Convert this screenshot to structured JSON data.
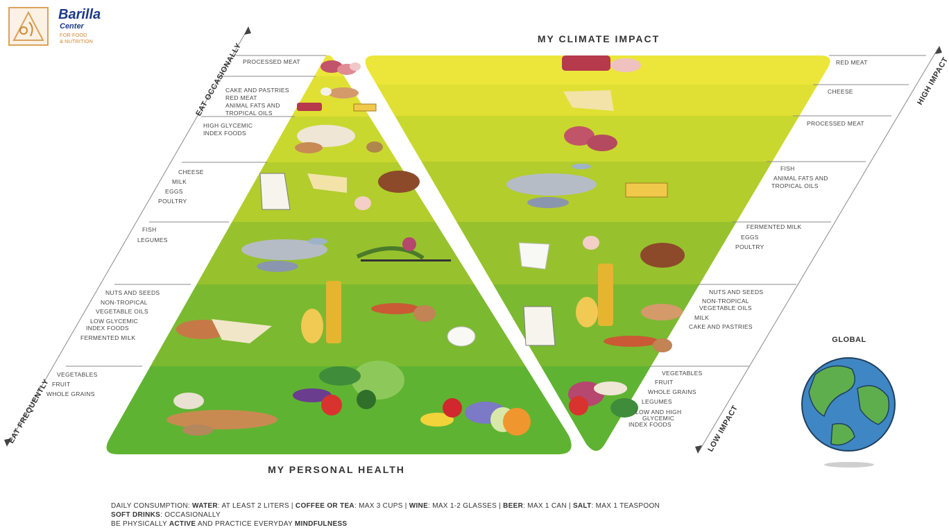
{
  "logo": {
    "name": "Barilla",
    "sub": "Center",
    "tagline_1": "FOR FOOD",
    "tagline_2": "& NUTRITION"
  },
  "health_pyramid": {
    "title": "MY PERSONAL HEALTH",
    "axis_top": "EAT OCCASIONALLY",
    "axis_bottom": "EAT FREQUENTLY",
    "levels": [
      {
        "lines": [
          "PROCESSED MEAT"
        ]
      },
      {
        "lines": [
          "CAKE AND PASTRIES",
          "RED MEAT",
          "ANIMAL FATS  AND",
          "TROPICAL OILS"
        ]
      },
      {
        "lines": [
          "HIGH GLYCEMIC",
          "INDEX FOODS"
        ]
      },
      {
        "lines": [
          "CHEESE",
          "MILK",
          "EGGS",
          "POULTRY"
        ]
      },
      {
        "lines": [
          "FISH",
          "LEGUMES"
        ]
      },
      {
        "lines": [
          "NUTS AND SEEDS",
          "NON-TROPICAL",
          "VEGETABLE OILS",
          "LOW GLYCEMIC",
          "INDEX FOODS",
          "FERMENTED MILK"
        ]
      },
      {
        "lines": [
          "VEGETABLES",
          "FRUIT",
          "WHOLE GRAINS"
        ]
      }
    ]
  },
  "climate_pyramid": {
    "title": "MY CLIMATE IMPACT",
    "axis_top": "HIGH IMPACT",
    "axis_bottom": "LOW IMPACT",
    "levels": [
      {
        "lines": [
          "RED MEAT"
        ]
      },
      {
        "lines": [
          "CHEESE"
        ]
      },
      {
        "lines": [
          "PROCESSED  MEAT"
        ]
      },
      {
        "lines": [
          "FISH",
          "ANIMAL FATS AND",
          "TROPICAL OILS"
        ]
      },
      {
        "lines": [
          "FERMENTED MILK",
          "EGGS",
          "POULTRY"
        ]
      },
      {
        "lines": [
          "NUTS AND SEEDS",
          "NON-TROPICAL",
          "VEGETABLE OILS",
          "MILK",
          "CAKE AND PASTRIES"
        ]
      },
      {
        "lines": [
          "VEGETABLES",
          "FRUIT",
          "WHOLE GRAINS",
          "LEGUMES",
          "LOW AND HIGH",
          "GLYCEMIC",
          "INDEX FOODS"
        ]
      }
    ]
  },
  "globe": {
    "label": "GLOBAL"
  },
  "footer": {
    "line1_prefix": "DAILY CONSUMPTION: ",
    "water_label": "WATER",
    "water_text": ": AT LEAST 2 LITERS | ",
    "coffee_label": "COFFEE OR TEA",
    "coffee_text": ": MAX 3 CUPS | ",
    "wine_label": "WINE",
    "wine_text": ": MAX 1-2 GLASSES | ",
    "beer_label": "BEER",
    "beer_text": ": MAX 1 CAN | ",
    "salt_label": "SALT",
    "salt_text": ": MAX 1 TEASPOON",
    "soft_label": "SOFT DRINKS",
    "soft_text": ": OCCASIONALLY",
    "line3_a": "BE PHYSICALLY ",
    "line3_b": "ACTIVE",
    "line3_c": " AND PRACTICE EVERYDAY ",
    "line3_d": "MINDFULNESS"
  },
  "colors": {
    "band_top": "#ece63a",
    "band_bottom": "#5fb332",
    "globe_ocean": "#3f87c4",
    "globe_land": "#5fae4e"
  },
  "icons": [
    "processed-meat-icon",
    "cake-icon",
    "bread-icon",
    "milk-jug-icon",
    "poultry-icon",
    "fish-icon",
    "legumes-icon",
    "oil-bottle-icon",
    "nuts-icon",
    "yogurt-icon",
    "vegetables-icon",
    "fruit-icon",
    "red-meat-icon",
    "cheese-icon",
    "butter-icon",
    "eggs-icon",
    "globe-icon"
  ]
}
